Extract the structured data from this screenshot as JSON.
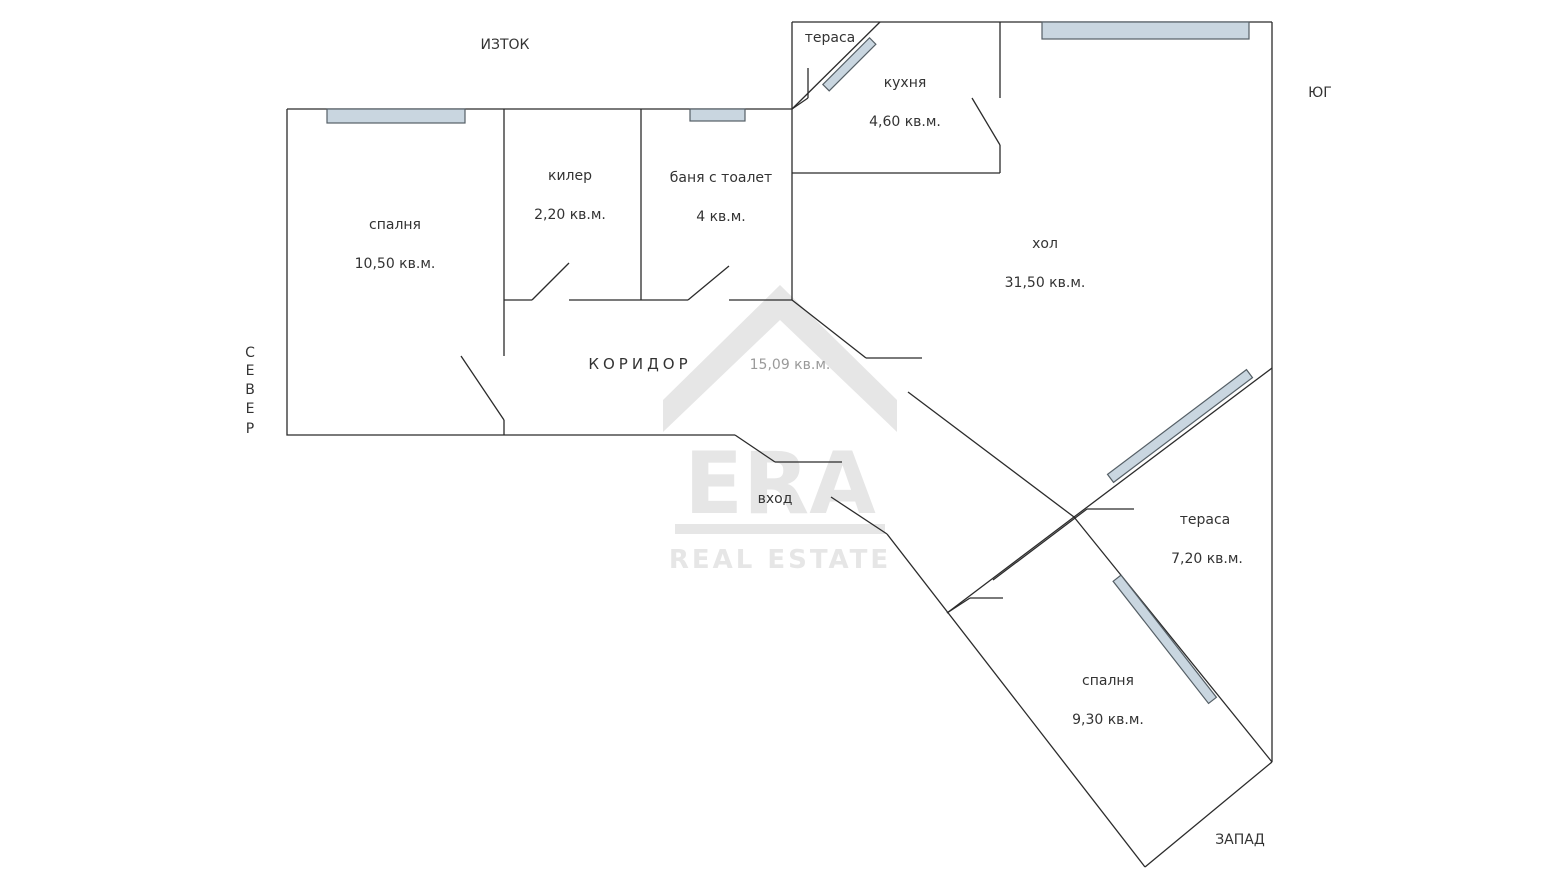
{
  "compass": {
    "east": "ИЗТОК",
    "south": "ЮГ",
    "north_letters": [
      "С",
      "Е",
      "В",
      "Е",
      "Р"
    ],
    "west": "ЗАПАД"
  },
  "rooms": {
    "bedroom_north": {
      "name": "спалня",
      "area": "10,50 кв.м."
    },
    "pantry": {
      "name": "килер",
      "area": "2,20 кв.м."
    },
    "bathroom": {
      "name": "баня с тоалет",
      "area": "4 кв.м."
    },
    "terrace_small": {
      "name": "тераса"
    },
    "kitchen": {
      "name": "кухня",
      "area": "4,60 кв.м."
    },
    "hall": {
      "name": "хол",
      "area": "31,50 кв.м."
    },
    "corridor": {
      "name": "КОРИДОР",
      "area": "15,09 кв.м."
    },
    "entrance": {
      "name": "вход"
    },
    "terrace_large": {
      "name": "тераса",
      "area": "7,20 кв.м."
    },
    "bedroom_south": {
      "name": "спалня",
      "area": "9,30 кв.м."
    }
  },
  "watermark": {
    "brand": "ERA",
    "tagline": "REAL ESTATE"
  }
}
